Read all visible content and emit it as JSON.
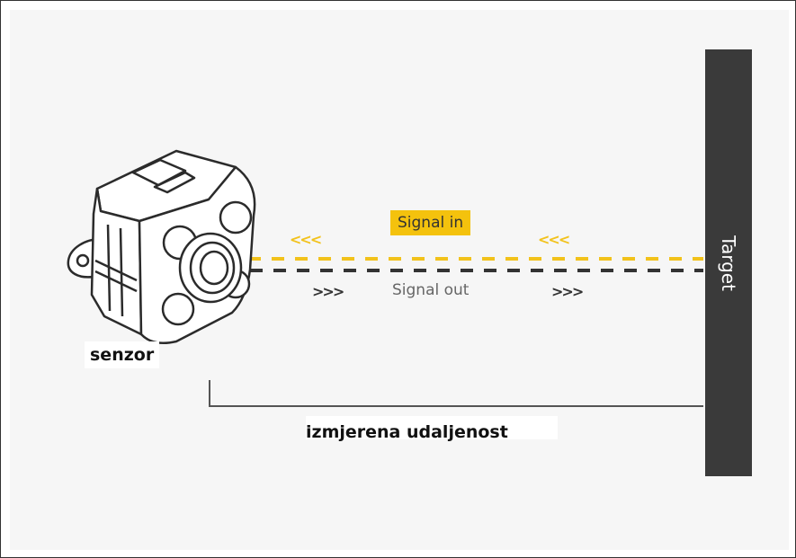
{
  "labels": {
    "signal_in": "Signal in",
    "signal_out": "Signal out",
    "target": "Target",
    "sensor": "senzor",
    "distance": "izmjerena udaljenost"
  },
  "arrows": {
    "incoming": "<<<",
    "outgoing": ">>>"
  },
  "colors": {
    "signal_in": "#f4c20d",
    "signal_out": "#333333",
    "target": "#3a3a3a",
    "background": "#f6f6f6"
  }
}
